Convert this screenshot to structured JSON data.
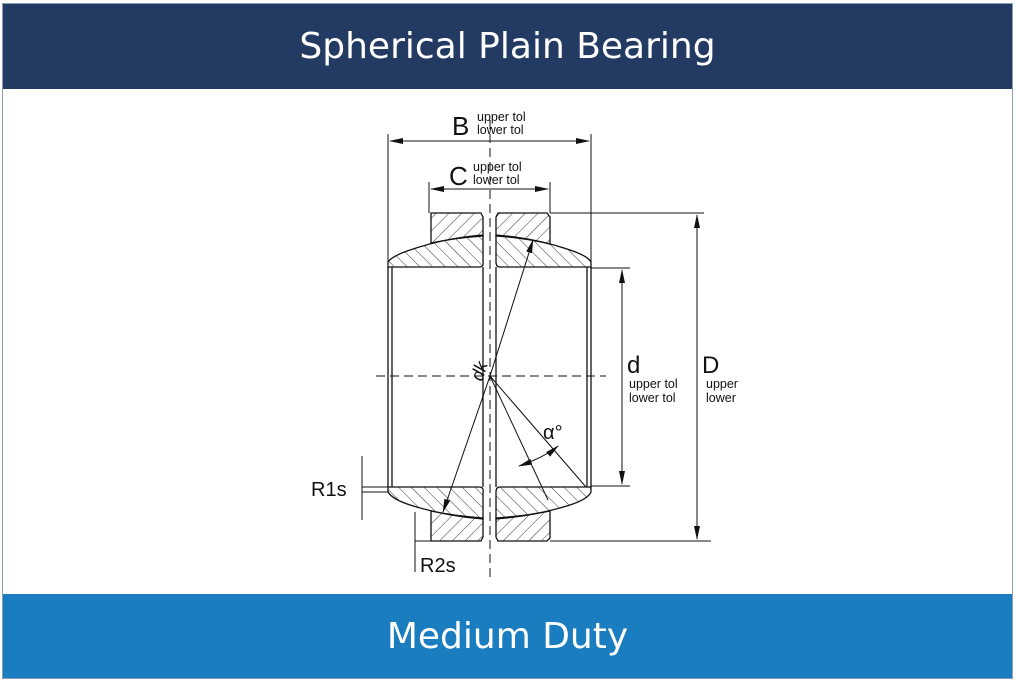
{
  "header": {
    "title": "Spherical Plain Bearing"
  },
  "footer": {
    "subtitle": "Medium Duty"
  },
  "diagram": {
    "B": {
      "symbol": "B",
      "upper": "upper tol",
      "lower": "lower tol"
    },
    "C": {
      "symbol": "C",
      "upper": "upper tol",
      "lower": "lower tol"
    },
    "d": {
      "symbol": "d",
      "upper": "upper tol",
      "lower": "lower tol"
    },
    "D": {
      "symbol": "D",
      "upper": "upper tol",
      "lower": "lower tol"
    },
    "dk": "dk",
    "alpha": "α°",
    "R1s": "R1s",
    "R2s": "R2s"
  }
}
